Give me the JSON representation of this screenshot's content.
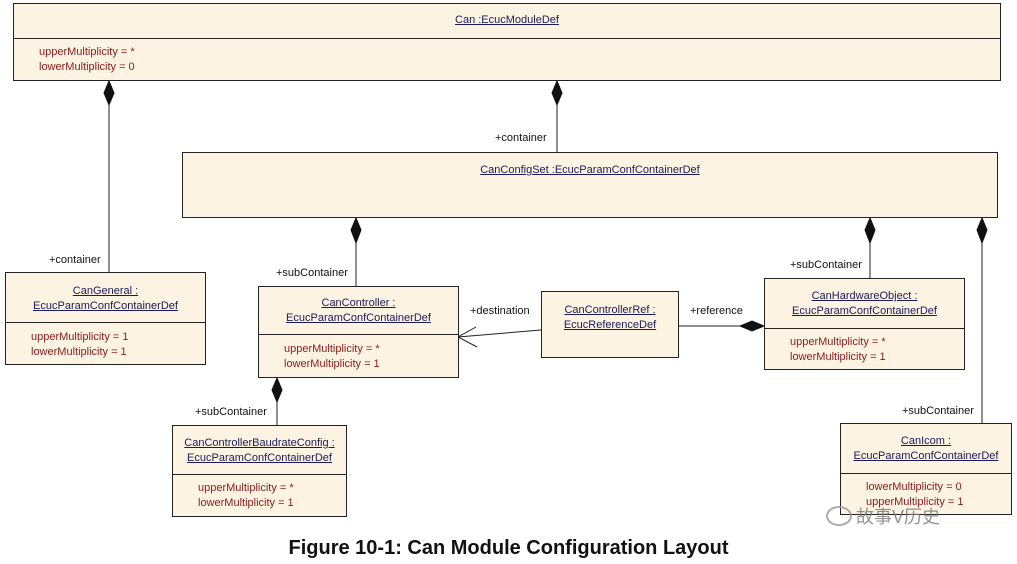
{
  "diagram": {
    "boxes": {
      "can": {
        "title": "Can :EcucModuleDef",
        "attrs": [
          "upperMultiplicity = *",
          "lowerMultiplicity = 0"
        ]
      },
      "canconfigset": {
        "title": "CanConfigSet :EcucParamConfContainerDef",
        "attrs": []
      },
      "cangeneral": {
        "title1": "CanGeneral :",
        "title2": "EcucParamConfContainerDef",
        "attrs": [
          "upperMultiplicity = 1",
          "lowerMultiplicity = 1"
        ]
      },
      "cancontroller": {
        "title1": "CanController :",
        "title2": "EcucParamConfContainerDef",
        "attrs": [
          "upperMultiplicity = *",
          "lowerMultiplicity = 1"
        ]
      },
      "cancontrollerref": {
        "title1": "CanControllerRef :",
        "title2": "EcucReferenceDef",
        "attrs": []
      },
      "canhardwareobject": {
        "title1": "CanHardwareObject :",
        "title2": "EcucParamConfContainerDef",
        "attrs": [
          "upperMultiplicity = *",
          "lowerMultiplicity = 1"
        ]
      },
      "cancontrollerbaudrateconfig": {
        "title1": "CanControllerBaudrateConfig :",
        "title2": "EcucParamConfContainerDef",
        "attrs": [
          "upperMultiplicity = *",
          "lowerMultiplicity = 1"
        ]
      },
      "canicom": {
        "title1": "CanIcom :",
        "title2": "EcucParamConfContainerDef",
        "attrs": [
          "lowerMultiplicity = 0",
          "upperMultiplicity = 1"
        ]
      }
    },
    "labels": {
      "container_configset": "+container",
      "container_general": "+container",
      "subcontainer_controller": "+subContainer",
      "subcontainer_hwobject": "+subContainer",
      "subcontainer_baudrate": "+subContainer",
      "subcontainer_icom": "+subContainer",
      "destination": "+destination",
      "reference": "+reference"
    }
  },
  "caption": "Figure 10-1: Can Module Configuration Layout",
  "watermark": "故事V历史"
}
